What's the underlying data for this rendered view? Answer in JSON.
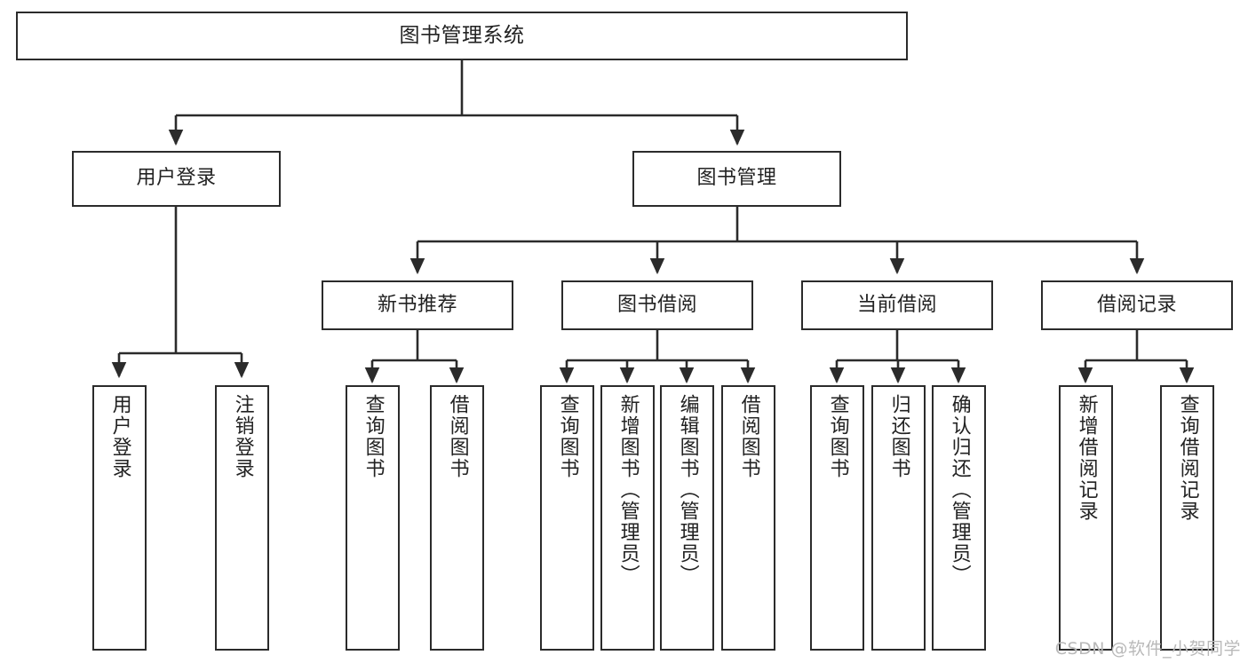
{
  "diagram": {
    "type": "tree-hierarchy-chart",
    "title": "图书管理系统",
    "watermark": "CSDN @软件_小贺同学",
    "colors": {
      "stroke": "#2b2b2b",
      "fill": "#ffffff",
      "text": "#222222",
      "watermark": "#b9b9b9"
    },
    "levels": {
      "root": {
        "label": "图书管理系统"
      },
      "level2": [
        {
          "label": "用户登录"
        },
        {
          "label": "图书管理"
        }
      ],
      "level3": [
        {
          "label": "新书推荐"
        },
        {
          "label": "图书借阅"
        },
        {
          "label": "当前借阅"
        },
        {
          "label": "借阅记录"
        }
      ],
      "leaves": {
        "user_login": [
          {
            "label": "用户登录"
          },
          {
            "label": "注销登录"
          }
        ],
        "new_book_recommend": [
          {
            "label": "查询图书"
          },
          {
            "label": "借阅图书"
          }
        ],
        "book_borrow": [
          {
            "label": "查询图书"
          },
          {
            "label": "新增图书（管理员）"
          },
          {
            "label": "编辑图书（管理员）"
          },
          {
            "label": "借阅图书"
          }
        ],
        "current_borrow": [
          {
            "label": "查询图书"
          },
          {
            "label": "归还图书"
          },
          {
            "label": "确认归还（管理员）"
          }
        ],
        "borrow_record": [
          {
            "label": "新增借阅记录"
          },
          {
            "label": "查询借阅记录"
          }
        ]
      }
    }
  }
}
